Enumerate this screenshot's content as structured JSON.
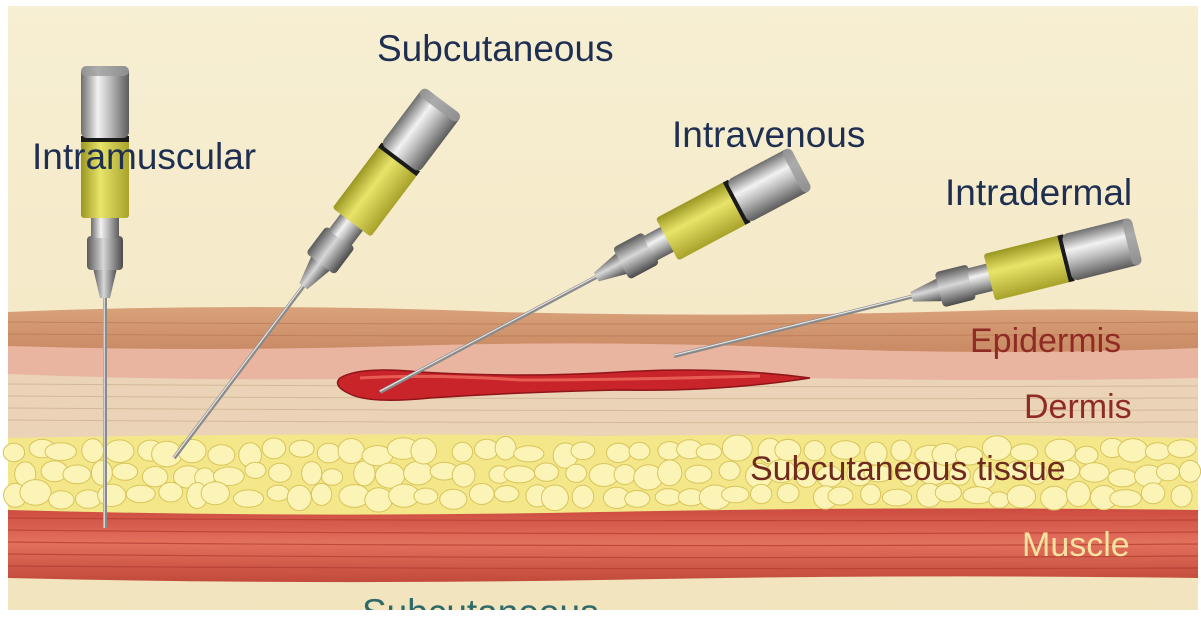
{
  "injection_labels": {
    "intramuscular": "Intramuscular",
    "subcutaneous": "Subcutaneous",
    "intravenous": "Intravenous",
    "intradermal": "Intradermal"
  },
  "layer_labels": {
    "epidermis": "Epidermis",
    "dermis": "Dermis",
    "subcutaneous_tissue": "Subcutaneous tissue",
    "muscle": "Muscle"
  },
  "cropped_caption": "Subcutaneous",
  "colors": {
    "background": "#f6ebc9",
    "epidermis": "#d3a27d",
    "dermis": "#e9d2b4",
    "fat": "#f4ea8a",
    "muscle": "#d8604f",
    "vein": "#c9242a",
    "injection_label": "#1f2f52",
    "layer_label": "#8f2a24",
    "muscle_label": "#f7e3a0",
    "barrel_fluid": "#d8d44a"
  }
}
